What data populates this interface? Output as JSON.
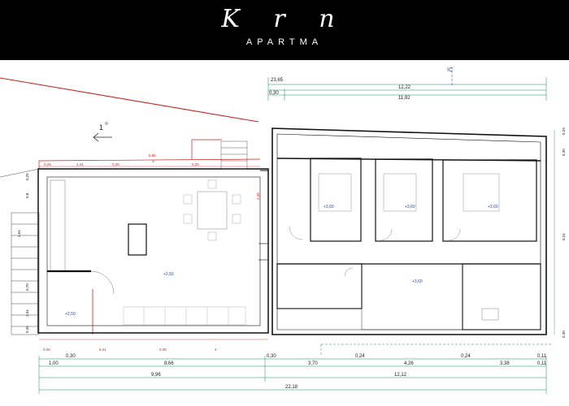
{
  "brand": {
    "logo": "K r n",
    "name": "APARTMA"
  },
  "colors": {
    "header_bg": "#000000",
    "wall": "#111111",
    "red_line": "#cc2222",
    "dim_line": "#0a8a6a",
    "level_mark": "#3344aa"
  },
  "north_label": "1",
  "section_mark": "IC",
  "dimensions": {
    "top": [
      "23,65",
      "12,22",
      "11,92",
      "0,30"
    ],
    "bottom_row1": [
      "0,30",
      "0,30",
      "0,24",
      "0,24",
      "0,11"
    ],
    "bottom_row2": [
      "1,00",
      "8,66",
      "3,70",
      "4,26",
      "3,38",
      "0,11"
    ],
    "bottom_row3": [
      "9,96",
      "12,12"
    ],
    "bottom_total": "22,18",
    "left_plan_top": [
      "0,25",
      "2,41",
      "0,25",
      "8,86",
      "3",
      "0,25"
    ],
    "left_plan_bottom": [
      "0,25",
      "6,41",
      "0,25",
      "4"
    ],
    "left_side": [
      "0,25",
      "0,8",
      "2,54",
      "0,70",
      "1,04",
      "0,25"
    ],
    "right_side": [
      "0,29",
      "0,30",
      "0,24",
      "0,30"
    ],
    "mid": "2,48"
  },
  "levels": {
    "living": "+2,50",
    "entry": "+2,50",
    "bed1": "+3,60",
    "bed2": "+3,60",
    "bed3": "+3,60",
    "hall": "+3,60"
  }
}
